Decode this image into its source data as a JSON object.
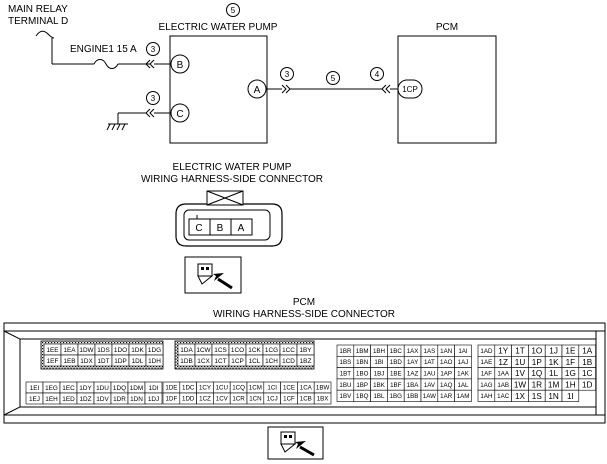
{
  "diagram": {
    "main_relay": {
      "line1": "MAIN RELAY",
      "line2": "TERMINAL D"
    },
    "fuse_label": "ENGINE1 15 A",
    "pump": {
      "title": "ELECTRIC WATER PUMP",
      "title_num": "5",
      "terminals": [
        "B",
        "C",
        "A"
      ]
    },
    "pcm": {
      "title": "PCM",
      "terminal": "1CP"
    },
    "wire_numbers": {
      "fuse_wire": "3",
      "ground_wire": "3",
      "pump_out": "3",
      "mid": "5",
      "pcm_in": "4"
    }
  },
  "pump_connector": {
    "title1": "ELECTRIC WATER PUMP",
    "title2": "WIRING HARNESS-SIDE CONNECTOR",
    "pins": [
      "C",
      "B",
      "A"
    ]
  },
  "pcm_connector": {
    "title1": "PCM",
    "title2": "WIRING HARNESS-SIDE CONNECTOR",
    "block1": [
      [
        "1EE",
        "1EA",
        "1DW",
        "1DS",
        "1DO",
        "1DK",
        "1DG"
      ],
      [
        "1EF",
        "1EB",
        "1DX",
        "1DT",
        "1DP",
        "1DL",
        "1DH"
      ],
      [
        "1EI",
        "1EG",
        "1EC",
        "1DY",
        "1DU",
        "1DQ",
        "1DM",
        "1DI"
      ],
      [
        "1EJ",
        "1EH",
        "1ED",
        "1DZ",
        "1DV",
        "1DR",
        "1DN",
        "1DJ"
      ]
    ],
    "block2": [
      [
        "1DA",
        "1CW",
        "1CS",
        "1CO",
        "1CK",
        "1CG",
        "1CC",
        "1BY"
      ],
      [
        "1DB",
        "1CX",
        "1CT",
        "1CP",
        "1CL",
        "1CH",
        "1CD",
        "1BZ"
      ],
      [
        "1DE",
        "1DC",
        "1CY",
        "1CU",
        "1CQ",
        "1CM",
        "1CI",
        "1CE",
        "1CA",
        "1BW"
      ],
      [
        "1DF",
        "1DD",
        "1CZ",
        "1CV",
        "1CR",
        "1CN",
        "1CJ",
        "1CF",
        "1CB",
        "1BX"
      ]
    ],
    "block3": [
      [
        "1BR",
        "1BM",
        "1BH",
        "1BC",
        "1AX",
        "1AS",
        "1AN",
        "1AI"
      ],
      [
        "1BS",
        "1BN",
        "1BI",
        "1BD",
        "1AY",
        "1AT",
        "1AO",
        "1AJ"
      ],
      [
        "1BT",
        "1BO",
        "1BJ",
        "1BE",
        "1AZ",
        "1AU",
        "1AP",
        "1AK"
      ],
      [
        "1BU",
        "1BP",
        "1BK",
        "1BF",
        "1BA",
        "1AV",
        "1AQ",
        "1AL"
      ],
      [
        "1BV",
        "1BQ",
        "1BL",
        "1BG",
        "1BB",
        "1AW",
        "1AR",
        "1AM"
      ]
    ],
    "block4": [
      [
        "1AD",
        "1Y",
        "1T",
        "1O",
        "1J",
        "1E",
        "1A"
      ],
      [
        "1AE",
        "1Z",
        "1U",
        "1P",
        "1K",
        "1F",
        "1B"
      ],
      [
        "1AF",
        "1AA",
        "1V",
        "1Q",
        "1L",
        "1G",
        "1C"
      ],
      [
        "1AG",
        "1AB",
        "1W",
        "1R",
        "1M",
        "1H",
        "1D"
      ],
      [
        "1AH",
        "1AC",
        "1X",
        "1S",
        "1N",
        "1I",
        ""
      ]
    ]
  }
}
